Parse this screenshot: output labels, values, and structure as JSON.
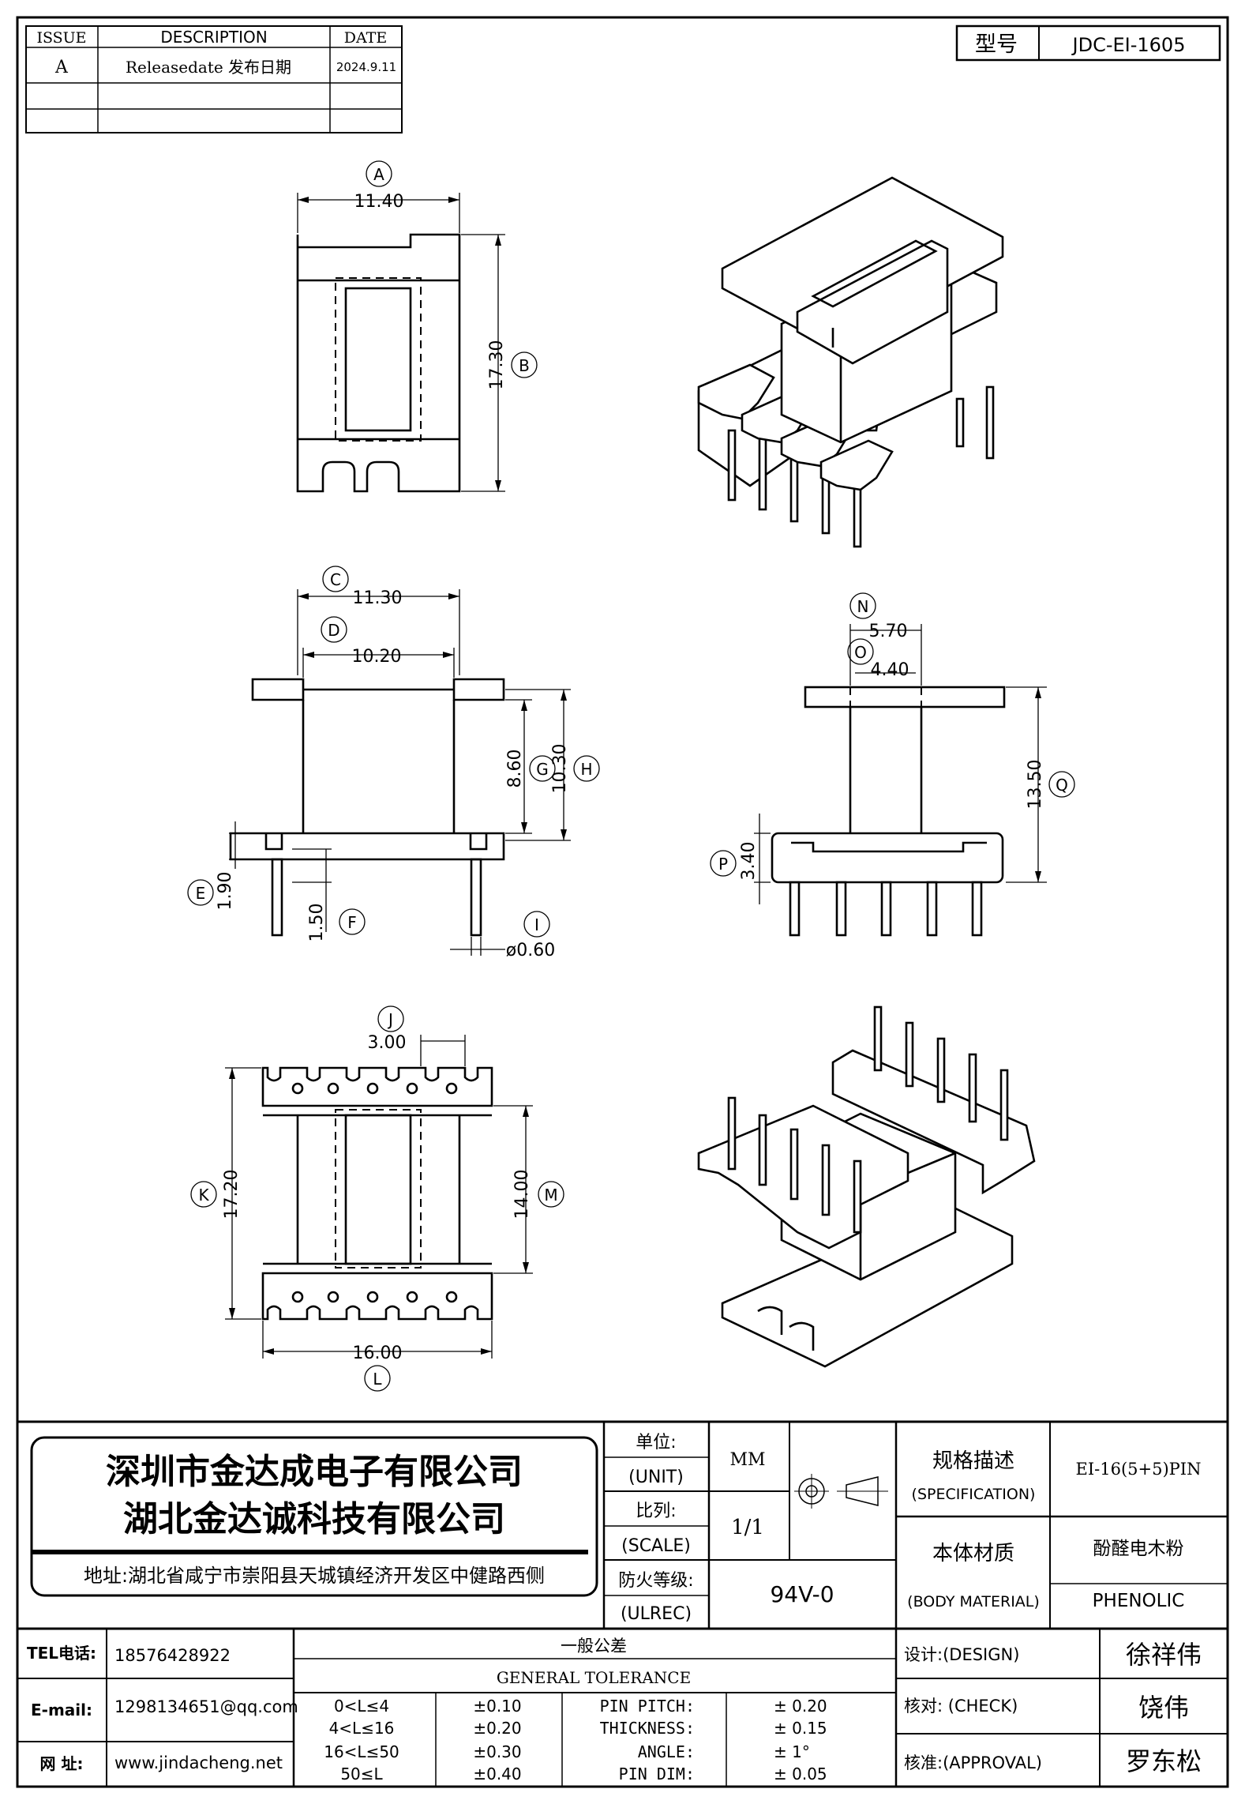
{
  "revision_table": {
    "headers": [
      "ISSUE",
      "DESCRIPTION",
      "DATE"
    ],
    "rows": [
      {
        "issue": "A",
        "description": "Releasedate 发布日期",
        "date": "2024.9.11"
      }
    ]
  },
  "model": {
    "label": "型号",
    "value": "JDC-EI-1605"
  },
  "dimensions": [
    {
      "id": "A",
      "value": "11.40"
    },
    {
      "id": "B",
      "value": "17.30"
    },
    {
      "id": "C",
      "value": "11.30"
    },
    {
      "id": "D",
      "value": "10.20"
    },
    {
      "id": "E",
      "value": "1.90"
    },
    {
      "id": "F",
      "value": "1.50"
    },
    {
      "id": "G",
      "value": "8.60"
    },
    {
      "id": "H",
      "value": "10.30"
    },
    {
      "id": "I",
      "value": "ø0.60"
    },
    {
      "id": "J",
      "value": "3.00"
    },
    {
      "id": "K",
      "value": "17.20"
    },
    {
      "id": "L",
      "value": "16.00"
    },
    {
      "id": "M",
      "value": "14.00"
    },
    {
      "id": "N",
      "value": "5.70"
    },
    {
      "id": "O",
      "value": "4.40"
    },
    {
      "id": "P",
      "value": "3.40"
    },
    {
      "id": "Q",
      "value": "13.50"
    }
  ],
  "company": {
    "name_1": "深圳市金达成电子有限公司",
    "name_2": "湖北金达诚科技有限公司",
    "address": "地址:湖北省咸宁市崇阳县天城镇经济开发区中健路西侧"
  },
  "spec_block": {
    "unit_label_cn": "单位:",
    "unit_label_en": "(UNIT)",
    "unit_value": "MM",
    "scale_label_cn": "比列:",
    "scale_label_en": "(SCALE)",
    "scale_value": "1/1",
    "fire_label_cn": "防火等级:",
    "fire_label_en": "(ULREC)",
    "fire_value": "94V-0",
    "spec_label_cn": "规格描述",
    "spec_label_en": "(SPECIFICATION)",
    "spec_value": "EI-16(5+5)PIN",
    "material_label_cn": "本体材质",
    "material_label_en": "(BODY MATERIAL)",
    "material_value_cn": "酚醛电木粉",
    "material_value_en": "PHENOLIC"
  },
  "contact": {
    "tel_label": "TEL电话:",
    "tel_value": "18576428922",
    "email_label": "E-mail:",
    "email_value": "1298134651@qq.com",
    "web_label": "网  址:",
    "web_value": "www.jindacheng.net"
  },
  "tolerance": {
    "title_cn": "一般公差",
    "title_en": "GENERAL TOLERANCE",
    "ranges": [
      {
        "range": "0<L≤4",
        "tol": "±0.10"
      },
      {
        "range": "4<L≤16",
        "tol": "±0.20"
      },
      {
        "range": "16<L≤50",
        "tol": "±0.30"
      },
      {
        "range": "50≤L",
        "tol": "±0.40"
      }
    ],
    "specials": [
      {
        "name": "PIN PITCH:",
        "tol": "±  0.20"
      },
      {
        "name": "THICKNESS:",
        "tol": "±  0.15"
      },
      {
        "name": "ANGLE:",
        "tol": "±  1°"
      },
      {
        "name": "PIN DIM:",
        "tol": "±  0.05"
      }
    ]
  },
  "signoff": {
    "design_label": "设计:(DESIGN)",
    "design_name": "徐祥伟",
    "check_label": "核对: (CHECK)",
    "check_name": "饶伟",
    "approval_label": "核准:(APPROVAL)",
    "approval_name": "罗东松"
  }
}
